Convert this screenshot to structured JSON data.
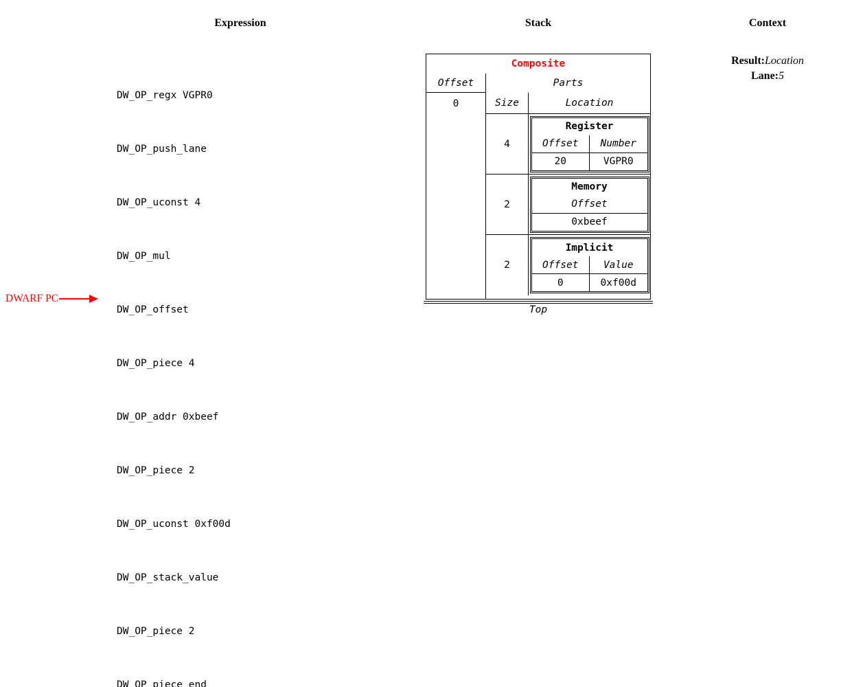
{
  "headings": {
    "expression": "Expression",
    "stack": "Stack",
    "context": "Context"
  },
  "expression": {
    "lines": [
      "DW_OP_regx VGPR0",
      "DW_OP_push_lane",
      "DW_OP_uconst 4",
      "DW_OP_mul",
      "DW_OP_offset",
      "DW_OP_piece 4",
      "DW_OP_addr 0xbeef",
      "DW_OP_piece 2",
      "DW_OP_uconst 0xf00d",
      "DW_OP_stack_value",
      "DW_OP_piece 2",
      "DW_OP_piece_end"
    ],
    "pointer": {
      "label": "DWARF PC",
      "color": "#ff0000"
    }
  },
  "stack": {
    "title": "Composite",
    "title_color": "#ff0000",
    "offset_header": "Offset",
    "offset_value": "0",
    "parts_header": "Parts",
    "size_header": "Size",
    "location_header": "Location",
    "bottom_label": "Top",
    "parts": [
      {
        "size": "4",
        "location": {
          "title": "Register",
          "headers": [
            "Offset",
            "Number"
          ],
          "values": [
            "20",
            "VGPR0"
          ]
        }
      },
      {
        "size": "2",
        "location": {
          "title": "Memory",
          "headers": [
            "Offset"
          ],
          "values": [
            "0xbeef"
          ]
        }
      },
      {
        "size": "2",
        "location": {
          "title": "Implicit",
          "headers": [
            "Offset",
            "Value"
          ],
          "values": [
            "0",
            "0xf00d"
          ]
        }
      }
    ]
  },
  "context": {
    "entries": [
      {
        "key": "Result:",
        "value": "Location"
      },
      {
        "key": "Lane:",
        "value": "5"
      }
    ]
  }
}
